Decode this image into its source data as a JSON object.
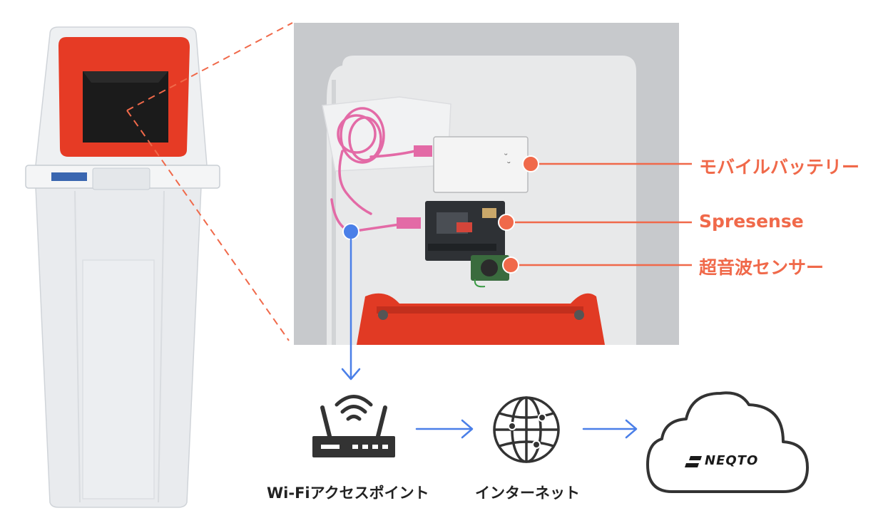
{
  "callouts": {
    "battery": "モバイルバッテリー",
    "spresense": "Spresense",
    "sensor": "超音波センサー"
  },
  "network": {
    "access_point": "Wi-Fiアクセスポイント",
    "internet": "インターネット",
    "cloud_brand": "NEQTO"
  },
  "colors": {
    "accent": "#f0694a",
    "flow_arrow": "#4a7fe8",
    "bin_red": "#e63b25",
    "icon_dark": "#333333"
  },
  "icons": {
    "access_point": "wifi-router-icon",
    "internet": "globe-icon",
    "cloud": "cloud-icon"
  }
}
